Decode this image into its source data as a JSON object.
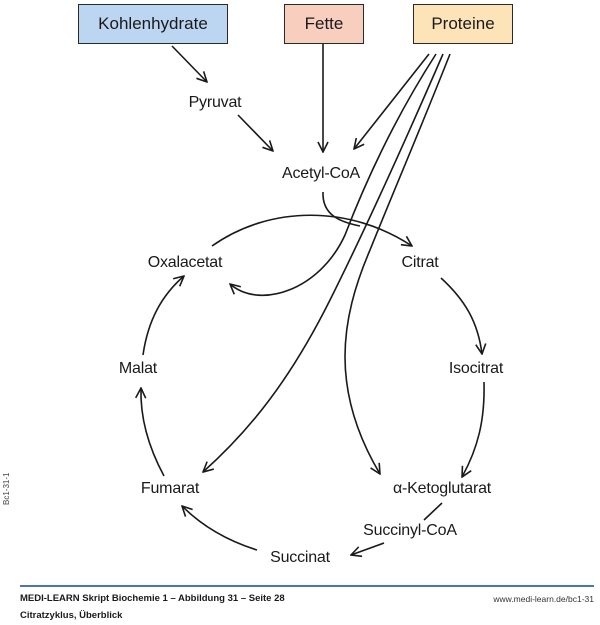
{
  "sources": {
    "carbohydrates": {
      "label": "Kohlenhydrate",
      "color": "#bcd5f0"
    },
    "fats": {
      "label": "Fette",
      "color": "#f8cebe"
    },
    "proteins": {
      "label": "Proteine",
      "color": "#fde3b8"
    }
  },
  "intermediates": {
    "pyruvate": "Pyruvat",
    "acetyl_coa": "Acetyl-CoA"
  },
  "cycle": {
    "citrate": "Citrat",
    "isocitrate": "Isocitrat",
    "alpha_ketoglutarate": "α-Ketoglutarat",
    "succinyl_coa": "Succinyl-CoA",
    "succinate": "Succinat",
    "fumarate": "Fumarat",
    "malate": "Malat",
    "oxaloacetate": "Oxalacetat"
  },
  "edges": [
    {
      "from": "Kohlenhydrate",
      "to": "Pyruvat"
    },
    {
      "from": "Pyruvat",
      "to": "Acetyl-CoA"
    },
    {
      "from": "Fette",
      "to": "Acetyl-CoA"
    },
    {
      "from": "Proteine",
      "to": "Acetyl-CoA"
    },
    {
      "from": "Proteine",
      "to": "Oxalacetat"
    },
    {
      "from": "Proteine",
      "to": "Fumarat"
    },
    {
      "from": "Proteine",
      "to": "α-Ketoglutarat"
    },
    {
      "from": "Acetyl-CoA",
      "to": "Citrat"
    },
    {
      "from": "Oxalacetat",
      "to": "Citrat"
    },
    {
      "from": "Citrat",
      "to": "Isocitrat"
    },
    {
      "from": "Isocitrat",
      "to": "α-Ketoglutarat"
    },
    {
      "from": "α-Ketoglutarat",
      "to": "Succinyl-CoA"
    },
    {
      "from": "Succinyl-CoA",
      "to": "Succinat"
    },
    {
      "from": "Succinat",
      "to": "Fumarat"
    },
    {
      "from": "Fumarat",
      "to": "Malat"
    },
    {
      "from": "Malat",
      "to": "Oxalacetat"
    }
  ],
  "side_label": "Bc1-31-1",
  "footer": {
    "line1": "MEDI-LEARN Skript Biochemie 1 – Abbildung 31 – Seite 28",
    "line2": "Citratzyklus, Überblick",
    "url": "www.medi-learn.de/bc1-31",
    "rule_color": "#4a76b6"
  }
}
